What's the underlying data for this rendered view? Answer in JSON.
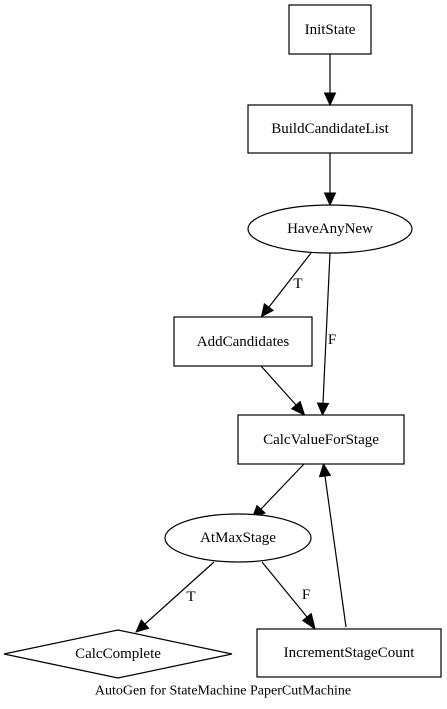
{
  "nodes": {
    "init_state": "InitState",
    "build_candidate_list": "BuildCandidateList",
    "have_any_new": "HaveAnyNew",
    "add_candidates": "AddCandidates",
    "calc_value_for_stage": "CalcValueForStage",
    "at_max_stage": "AtMaxStage",
    "calc_complete": "CalcComplete",
    "increment_stage_count": "IncrementStageCount"
  },
  "edge_labels": {
    "have_any_new_true": "T",
    "have_any_new_false": "F",
    "at_max_stage_true": "T",
    "at_max_stage_false": "F"
  },
  "caption": "AutoGen for StateMachine PaperCutMachine"
}
